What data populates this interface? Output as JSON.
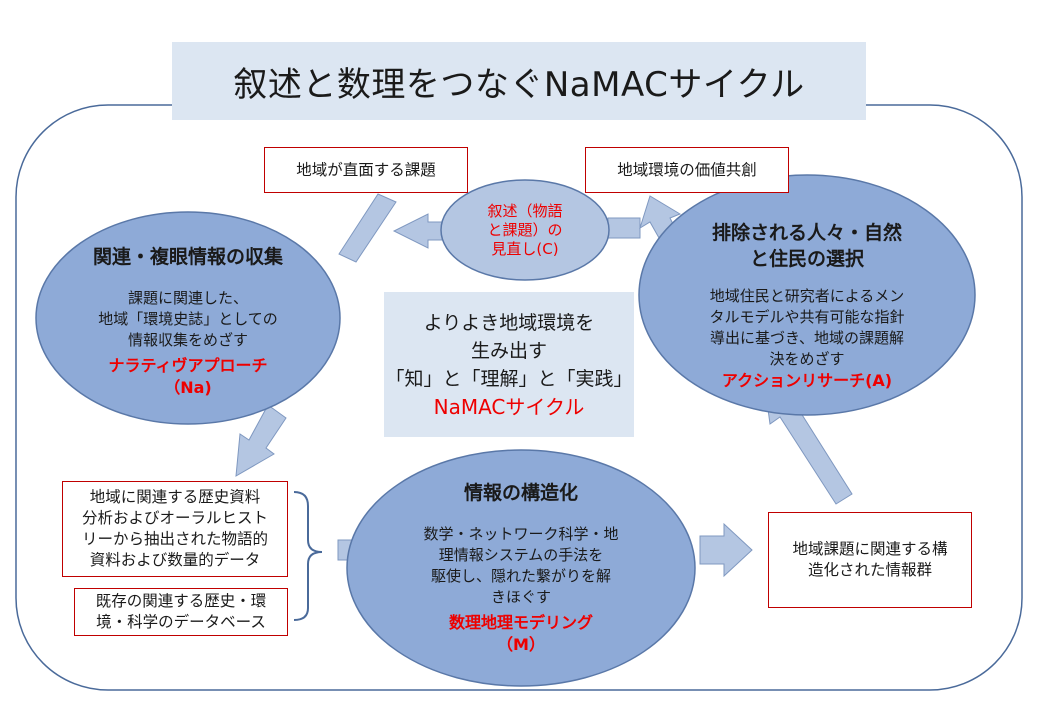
{
  "title": "叙述と数理をつなぐNaMACサイクル",
  "top_left_box": "地域が直面する課題",
  "top_right_box": "地域環境の価値共創",
  "review": {
    "line1": "叙述（物語",
    "line2": "と課題）の",
    "line3": "見直し(C)"
  },
  "left_ellipse": {
    "heading": "関連・複眼情報の収集",
    "body": [
      "課題に関連した、",
      "地域「環境史誌」としての",
      "情報収集をめざす"
    ],
    "method": "ナラティヴアプローチ",
    "code": "（Na)"
  },
  "right_ellipse": {
    "heading": [
      "排除される人々・自然",
      "と住民の選択"
    ],
    "body": [
      "地域住民と研究者によるメン",
      "タルモデルや共有可能な指針",
      "導出に基づき、地域の課題解",
      "決をめざす"
    ],
    "method": "アクションリサーチ(A)"
  },
  "center": {
    "lines": [
      "よりよき地域環境を",
      "生み出す",
      "「知」と「理解」と「実践」"
    ],
    "cycle": "NaMACサイクル"
  },
  "bottom_ellipse": {
    "heading": "情報の構造化",
    "body": [
      "数学・ネットワーク科学・地",
      "理情報システムの手法を",
      "駆使し、隠れた繋がりを解",
      "きほぐす"
    ],
    "method": "数理地理モデリング",
    "code": "（M）"
  },
  "source_box_1": [
    "地域に関連する歴史資料",
    "分析およびオーラルヒスト",
    "リーから抽出された物語的",
    "資料および数量的データ"
  ],
  "source_box_2": [
    "既存の関連する歴史・環",
    "境・科学のデータベース"
  ],
  "output_box": [
    "地域課題に関連する構",
    "造化された情報群"
  ],
  "colors": {
    "ellipse_fill": "#8eaad7",
    "ellipse_stroke": "#5a78a8",
    "arrow_fill": "#b4c6e2",
    "box_fill": "#dce6f2",
    "accent_red": "#ee0000"
  }
}
